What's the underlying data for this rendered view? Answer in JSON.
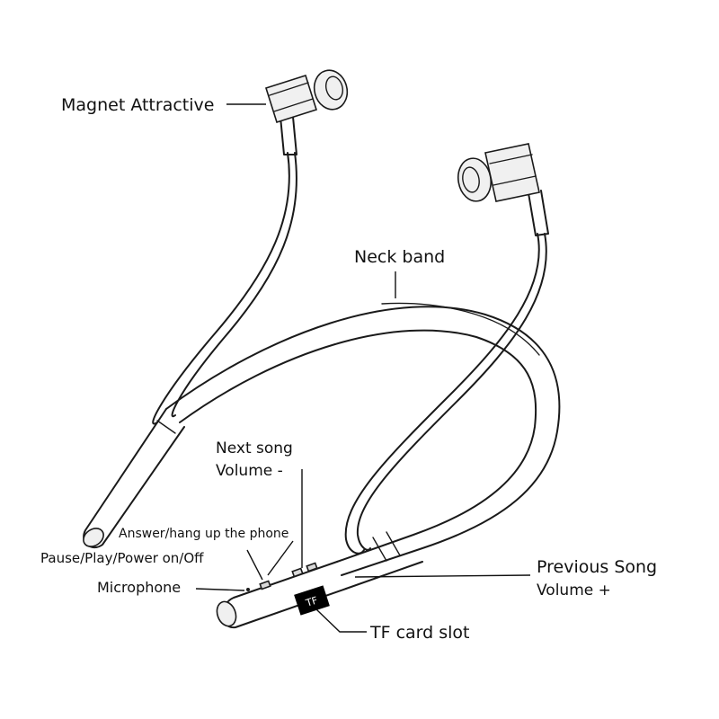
{
  "labels": {
    "magnet": "Magnet Attractive",
    "neck_band": "Neck band",
    "next_song": "Next song",
    "volume_minus": "Volume -",
    "answer": "Answer/hang up the phone",
    "pause_play": "Pause/Play/Power on/Off",
    "microphone": "Microphone",
    "previous_song": "Previous Song",
    "volume_plus": "Volume +",
    "tf_card": "TF card slot",
    "tf_mark": "TF"
  },
  "colors": {
    "line": "#1a1a1a",
    "text": "#111111",
    "slot": "#000000"
  }
}
